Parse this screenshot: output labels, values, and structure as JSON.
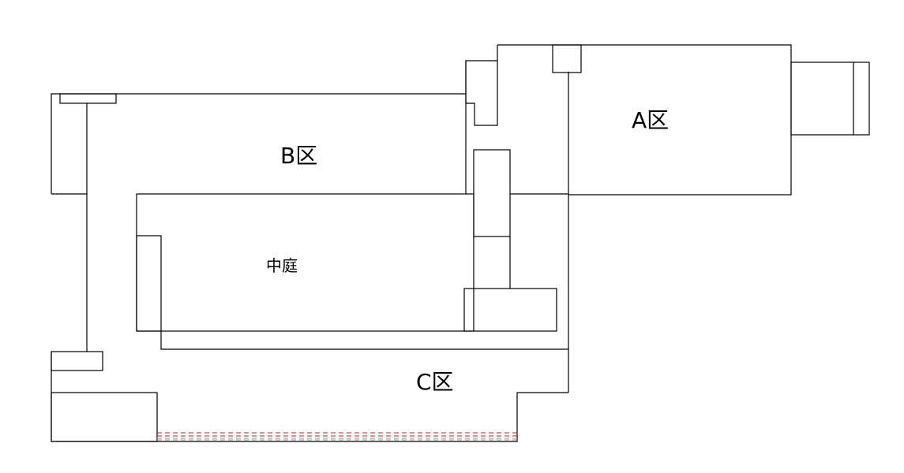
{
  "labels": {
    "zone_a": "A区",
    "zone_b": "B区",
    "zone_c": "C区",
    "courtyard": "中庭"
  },
  "colors": {
    "wall": "#000000",
    "hatch_red": "#b22222",
    "hatch_gray": "#9a9a9a"
  }
}
